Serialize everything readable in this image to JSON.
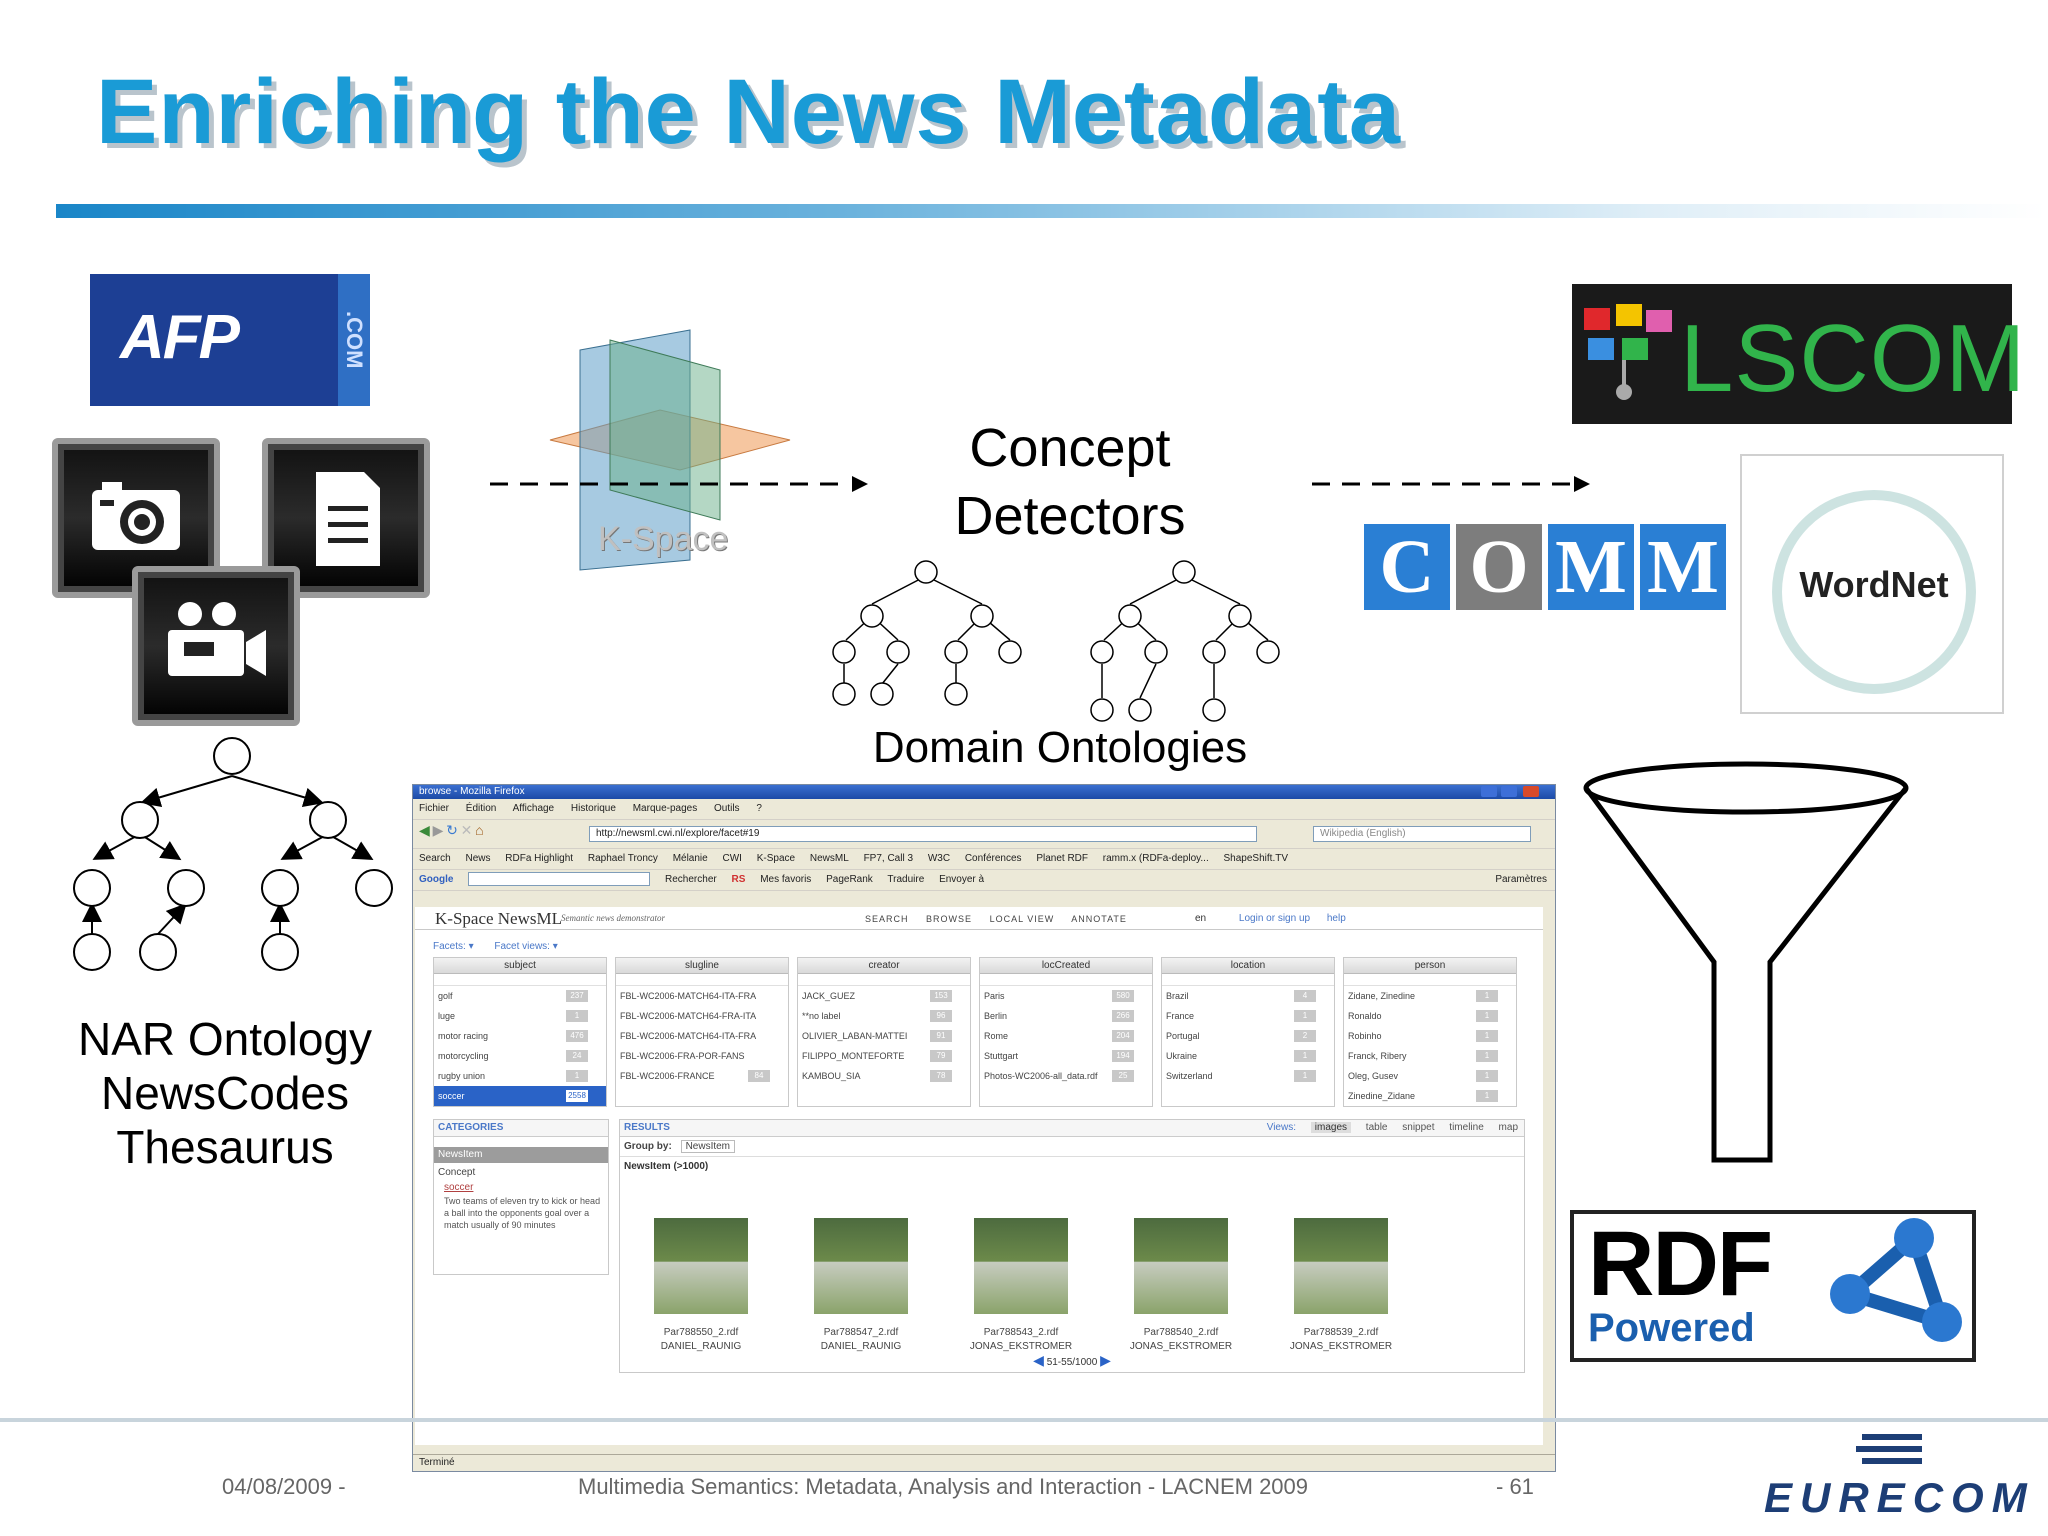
{
  "slide": {
    "title": "Enriching the News Metadata",
    "concept_detectors": "Concept\nDetectors",
    "domain_ontologies": "Domain Ontologies",
    "nar_lines": [
      "NAR Ontology",
      "NewsCodes",
      "Thesaurus"
    ],
    "kspace_label": "K-Space",
    "afp_text": "AFP",
    "afp_com": ".COM",
    "lscom_text": "LSCOM",
    "comm_letters": [
      "C",
      "O",
      "M",
      "M"
    ],
    "wordnet_text": "WordNet",
    "rdf_line1": "RDF",
    "rdf_line2": "Powered",
    "footer_date": "04/08/2009 -",
    "footer_title": "Multimedia Semantics: Metadata, Analysis and Interaction - LACNEM 2009",
    "footer_page": "- 61",
    "eurecom": "EURECOM",
    "accent_color": "#1a9bd6"
  },
  "browser": {
    "window_title": "browse - Mozilla Firefox",
    "menu": [
      "Fichier",
      "Édition",
      "Affichage",
      "Historique",
      "Marque-pages",
      "Outils",
      "?"
    ],
    "url": "http://newsml.cwi.nl/explore/facet#19",
    "wiki_placeholder": "Wikipedia (English)",
    "bookmarks": [
      "Search",
      "News",
      "RDFa Highlight",
      "Raphael Troncy",
      "Mélanie",
      "CWI",
      "K-Space",
      "NewsML",
      "FP7, Call 3",
      "W3C",
      "Conférences",
      "Planet RDF",
      "ramm.x (RDFa-deploy...",
      "ShapeShift.TV"
    ],
    "google_bar": [
      "Google",
      "Rechercher",
      "RS",
      "Mes favoris",
      "PageRank",
      "Traduire",
      "Envoyer à",
      "Paramètres"
    ],
    "status": "Terminé"
  },
  "app": {
    "logo": "K-Space NewsML",
    "subtitle": "Semantic news demonstrator",
    "nav": [
      "SEARCH",
      "BROWSE",
      "LOCAL VIEW",
      "ANNOTATE"
    ],
    "lang": "en",
    "login": "Login or sign up",
    "help": "help",
    "facets_label": "Facets:",
    "facet_views_label": "Facet views:",
    "facets": [
      {
        "header": "subject",
        "rows": [
          {
            "label": "golf",
            "count": "237"
          },
          {
            "label": "luge",
            "count": "1"
          },
          {
            "label": "motor racing",
            "count": "476"
          },
          {
            "label": "motorcycling",
            "count": "24"
          },
          {
            "label": "rugby union",
            "count": "1"
          },
          {
            "label": "soccer",
            "count": "2558",
            "selected": true
          }
        ]
      },
      {
        "header": "slugline",
        "rows": [
          {
            "label": "FBL-WC2006-MATCH64-ITA-FRA",
            "count": ""
          },
          {
            "label": "FBL-WC2006-MATCH64-FRA-ITA",
            "count": ""
          },
          {
            "label": "FBL-WC2006-MATCH64-ITA-FRA",
            "count": ""
          },
          {
            "label": "FBL-WC2006-FRA-POR-FANS",
            "count": ""
          },
          {
            "label": "FBL-WC2006-FRANCE",
            "count": "84"
          }
        ]
      },
      {
        "header": "creator",
        "rows": [
          {
            "label": "JACK_GUEZ",
            "count": "153"
          },
          {
            "label": "**no label",
            "count": "96"
          },
          {
            "label": "OLIVIER_LABAN-MATTEI",
            "count": "91"
          },
          {
            "label": "FILIPPO_MONTEFORTE",
            "count": "79"
          },
          {
            "label": "KAMBOU_SIA",
            "count": "78"
          }
        ]
      },
      {
        "header": "locCreated",
        "rows": [
          {
            "label": "Paris",
            "count": "580"
          },
          {
            "label": "Berlin",
            "count": "266"
          },
          {
            "label": "Rome",
            "count": "204"
          },
          {
            "label": "Stuttgart",
            "count": "194"
          },
          {
            "label": "Photos-WC2006-all_data.rdf",
            "count": "25"
          }
        ]
      },
      {
        "header": "location",
        "rows": [
          {
            "label": "Brazil",
            "count": "4"
          },
          {
            "label": "France",
            "count": "1"
          },
          {
            "label": "Portugal",
            "count": "2"
          },
          {
            "label": "Ukraine",
            "count": "1"
          },
          {
            "label": "Switzerland",
            "count": "1"
          }
        ]
      },
      {
        "header": "person",
        "rows": [
          {
            "label": "Zidane, Zinedine",
            "count": "1"
          },
          {
            "label": "Ronaldo",
            "count": "1"
          },
          {
            "label": "Robinho",
            "count": "1"
          },
          {
            "label": "Franck, Ribery",
            "count": "1"
          },
          {
            "label": "Oleg, Gusev",
            "count": "1"
          },
          {
            "label": "Zinedine_Zidane",
            "count": "1"
          }
        ]
      }
    ],
    "categories_header": "CATEGORIES",
    "newsitem_label": "NewsItem",
    "concept_label": "Concept",
    "concept_name": "soccer",
    "concept_desc": "Two teams of eleven try to kick or head a ball into the opponents goal over a match usually of 90 minutes",
    "results_header": "RESULTS",
    "views_label": "Views:",
    "views": [
      "images",
      "table",
      "snippet",
      "timeline",
      "map"
    ],
    "group_by_label": "Group by:",
    "group_by_value": "NewsItem",
    "newsitem_count": "NewsItem (>1000)",
    "results": [
      {
        "file": "Par788550_2.rdf",
        "name": "DANIEL_RAUNIG"
      },
      {
        "file": "Par788547_2.rdf",
        "name": "DANIEL_RAUNIG"
      },
      {
        "file": "Par788543_2.rdf",
        "name": "JONAS_EKSTROMER"
      },
      {
        "file": "Par788540_2.rdf",
        "name": "JONAS_EKSTROMER"
      },
      {
        "file": "Par788539_2.rdf",
        "name": "JONAS_EKSTROMER"
      }
    ],
    "pager": "51-55/1000"
  }
}
